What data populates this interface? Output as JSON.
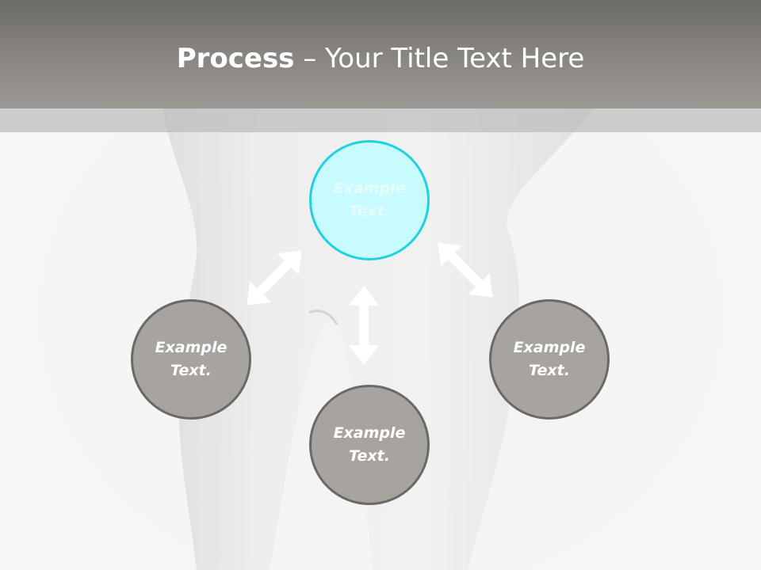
{
  "header": {
    "title_bold": "Process",
    "title_rest": " – Your Title Text Here"
  },
  "nodes": {
    "top": "Example Text.",
    "left": "Example Text.",
    "center": "Example Text.",
    "right": "Example Text."
  },
  "colors": {
    "header": "#86837f",
    "circle_grey": "#a7a39f",
    "circle_grey_border": "#6b6967",
    "circle_accent": "#c8fbfd",
    "circle_accent_border": "#1fd2e0",
    "arrow": "#ffffff"
  },
  "icons": [
    "double-arrow-icon"
  ]
}
